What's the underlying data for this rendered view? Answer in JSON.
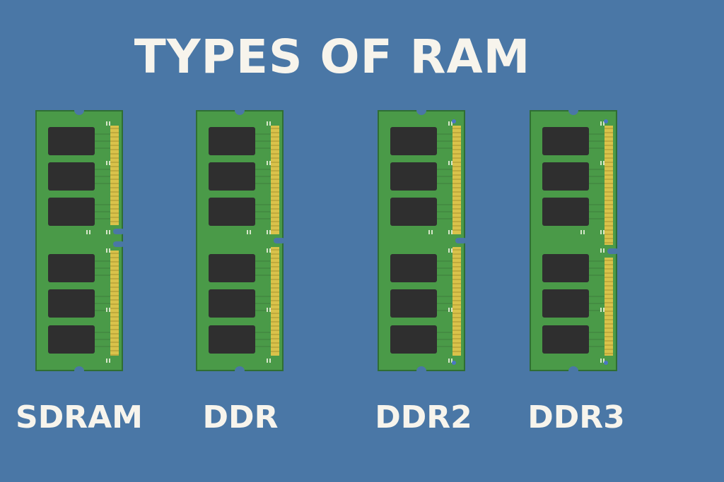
{
  "title": "TYPES OF RAM",
  "colors": {
    "background": "#4a77a6",
    "pcb": "#4a9a48",
    "pcb_border": "#2f6e33",
    "chip": "#2f2f2f",
    "contacts": "#d9c24a",
    "text": "#f7f4ec"
  },
  "modules": [
    {
      "label": "SDRAM",
      "notches": 2
    },
    {
      "label": "DDR",
      "notches": 1
    },
    {
      "label": "DDR2",
      "notches": 1
    },
    {
      "label": "DDR3",
      "notches": 1
    }
  ]
}
